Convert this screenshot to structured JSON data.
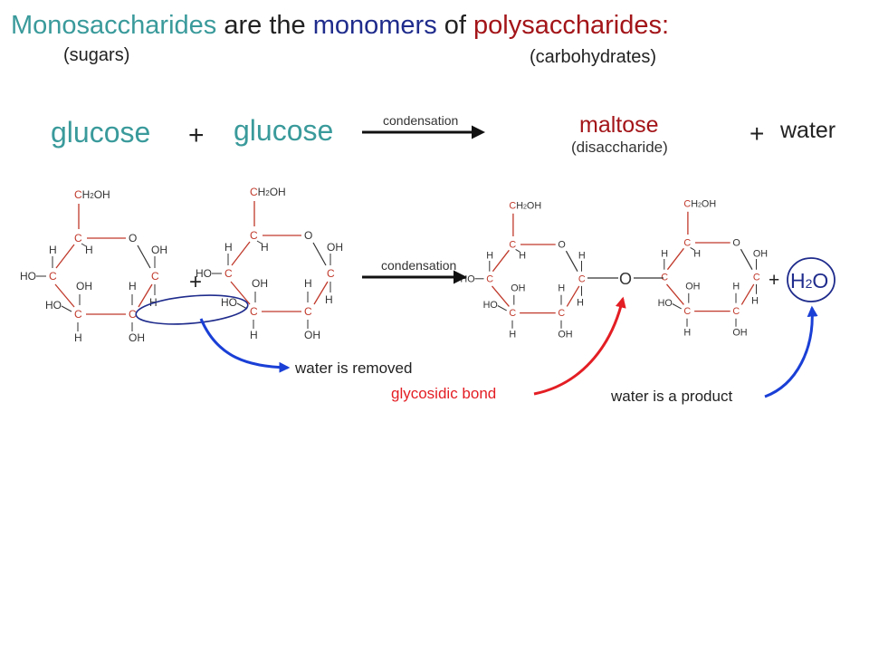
{
  "title": {
    "part1": "Monosaccharides",
    "part2": " are the ",
    "part3": "monomers",
    "part4": " of ",
    "part5": "polysaccharides:"
  },
  "subtitles": {
    "left": "(sugars)",
    "right": "(carbohydrates)"
  },
  "word_equation": {
    "reactant1": "glucose",
    "plus1": "+",
    "reactant2": "glucose",
    "arrow_label": "condensation",
    "product": "maltose",
    "product_note": "(disaccharide)",
    "plus2": "+",
    "byproduct": "water"
  },
  "structure": {
    "arrow_label": "condensation",
    "plus": "+",
    "plus_water": "+",
    "link_oxygen": "O",
    "water_formula": {
      "H": "H",
      "sub": "2",
      "O": "O"
    }
  },
  "annotations": {
    "water_removed": "water is removed",
    "glycosidic_bond": "glycosidic bond",
    "water_product": "water is a product"
  },
  "colors": {
    "teal": "#3a9a9b",
    "navy": "#1f2c8c",
    "dark_red": "#a31519",
    "red": "#e31e24",
    "bond_red": "#c0392b",
    "blue": "#1a3fd6",
    "text": "#333333"
  }
}
